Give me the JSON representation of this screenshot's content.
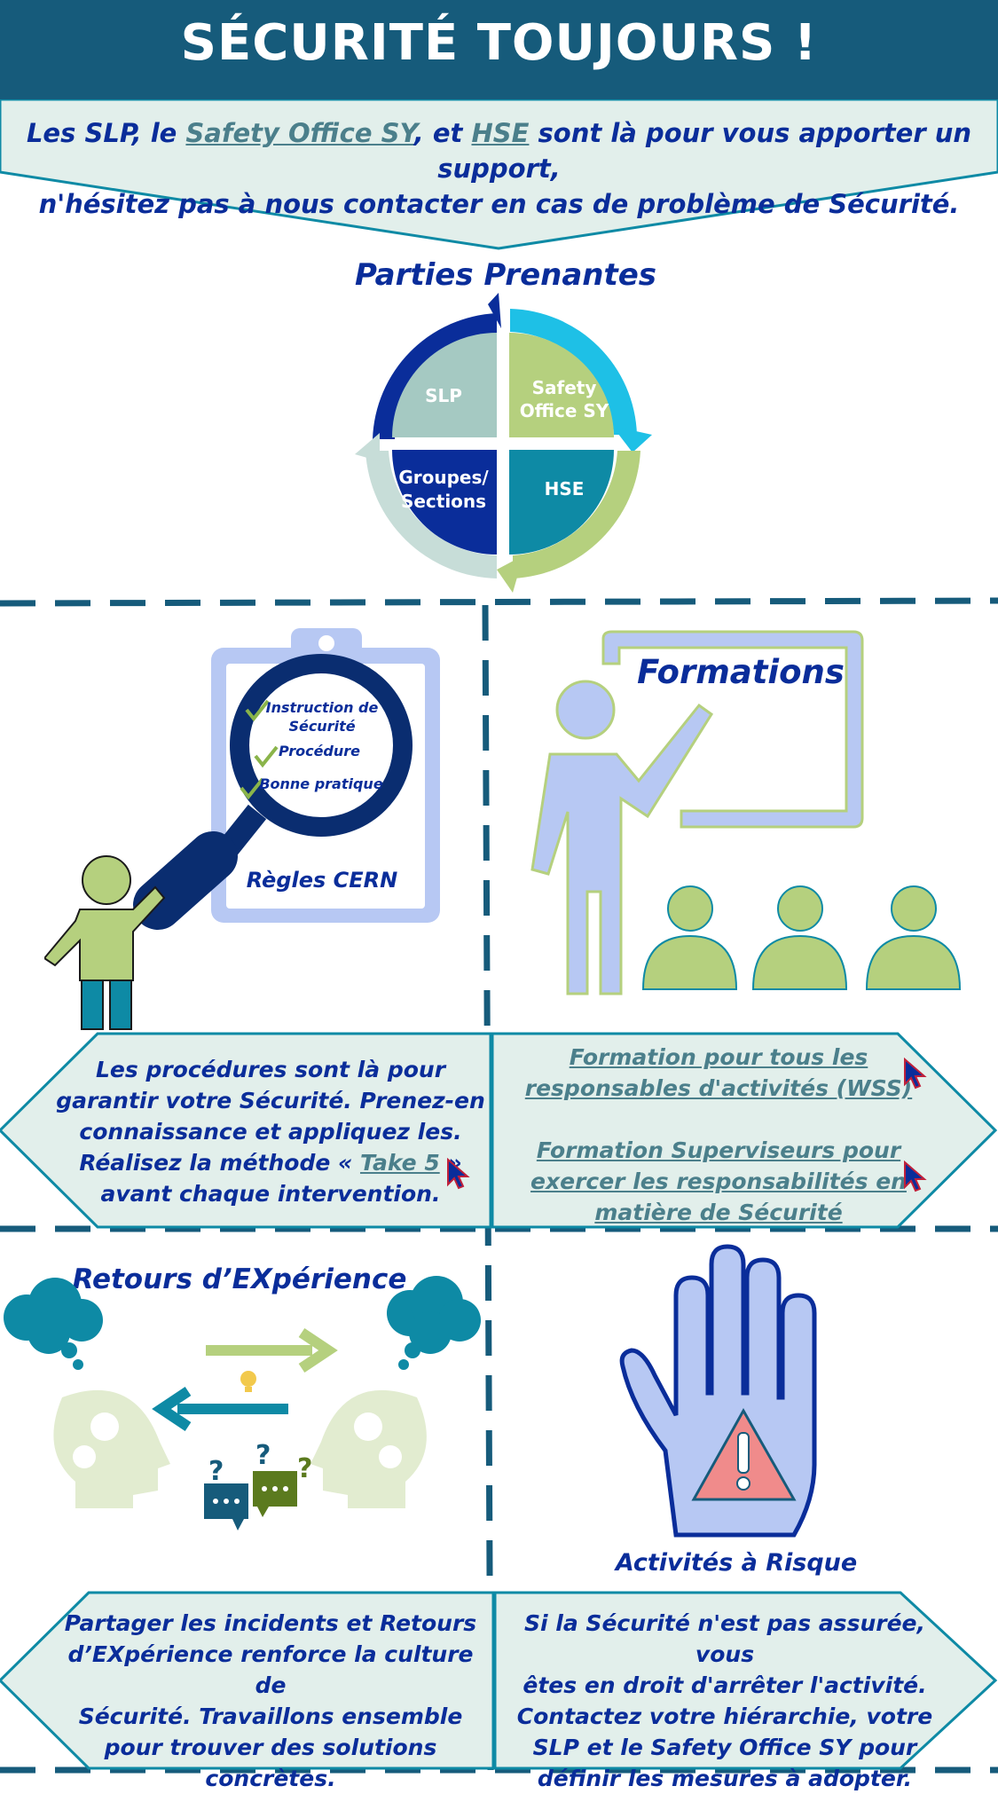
{
  "header": {
    "title": "SÉCURITÉ TOUJOURS !"
  },
  "intro": {
    "p1": "Les SLP, le ",
    "link1": "Safety Office SY",
    "p2": ", et ",
    "link2": "HSE",
    "p3": " sont là pour vous apporter un support,",
    "line2": "n'hésitez pas à nous contacter en cas de problème de Sécurité."
  },
  "stakeholders": {
    "title": "Parties Prenantes",
    "slp": "SLP",
    "safety_l1": "Safety",
    "safety_l2": "Office SY",
    "groups_l1": "Groupes/",
    "groups_l2": "Sections",
    "hse": "HSE"
  },
  "rules": {
    "check1_l1": "Instruction de",
    "check1_l2": "Sécurité",
    "check2": "Procédure",
    "check3": "Bonne pratique",
    "board_label": "Règles CERN",
    "text_l1": "Les procédures sont là pour",
    "text_l2": "garantir votre Sécurité. Prenez-en",
    "text_l3": "connaissance et appliquez les.",
    "text_l4_a": "Réalisez la méthode « ",
    "text_l4_link": "Take 5",
    "text_l4_b": " »",
    "text_l5": "avant chaque intervention."
  },
  "training": {
    "title": "Formations",
    "link1_l1": "Formation pour tous les",
    "link1_l2": "responsables d'activités (WSS)",
    "link2_l1": "Formation Superviseurs pour",
    "link2_l2": "exercer les responsabilités en",
    "link2_l3": "matière de Sécurité"
  },
  "feedback": {
    "title": "Retours d’EXpérience",
    "text_l1": "Partager les incidents et Retours",
    "text_l2": "d’EXpérience renforce la culture de",
    "text_l3": "Sécurité. Travaillons ensemble",
    "text_l4": "pour trouver des solutions",
    "text_l5": "concrètes."
  },
  "risk": {
    "title": "Activités à Risque",
    "text_l1": "Si la Sécurité n'est pas assurée, vous",
    "text_l2": "êtes en droit d'arrêter l'activité.",
    "text_l3": "Contactez votre hiérarchie, votre",
    "text_l4": "SLP et le Safety Office SY pour",
    "text_l5": "définir les mesures à adopter."
  },
  "colors": {
    "header": "#165b7b",
    "navy": "#0a2d9a",
    "teal": "#0e8aa5",
    "green": "#b5d07e",
    "light_blue": "#b7c8f3",
    "panel": "#e2efeb",
    "link": "#4b7f8b"
  }
}
